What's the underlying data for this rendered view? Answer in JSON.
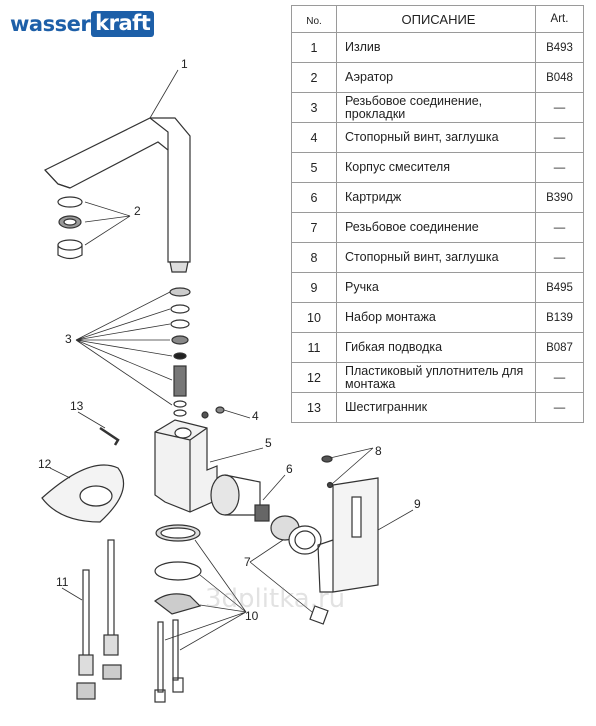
{
  "brand": {
    "part1": "wasser",
    "part2": "kraft"
  },
  "table": {
    "headers": {
      "no": "No.",
      "description": "ОПИСАНИЕ",
      "art": "Art."
    },
    "rows": [
      {
        "no": "1",
        "description": "Излив",
        "art": "B493"
      },
      {
        "no": "2",
        "description": "Аэратор",
        "art": "B048"
      },
      {
        "no": "3",
        "description": "Резьбовое соединение, прокладки",
        "art": "—"
      },
      {
        "no": "4",
        "description": "Стопорный винт, заглушка",
        "art": "—"
      },
      {
        "no": "5",
        "description": "Корпус смесителя",
        "art": "—"
      },
      {
        "no": "6",
        "description": "Картридж",
        "art": "B390"
      },
      {
        "no": "7",
        "description": "Резьбовое соединение",
        "art": "—"
      },
      {
        "no": "8",
        "description": "Стопорный винт, заглушка",
        "art": "—"
      },
      {
        "no": "9",
        "description": "Ручка",
        "art": "B495"
      },
      {
        "no": "10",
        "description": "Набор монтажа",
        "art": "B139"
      },
      {
        "no": "11",
        "description": "Гибкая подводка",
        "art": "B087"
      },
      {
        "no": "12",
        "description": "Пластиковый уплотнитель для монтажа",
        "art": "—"
      },
      {
        "no": "13",
        "description": "Шестигранник",
        "art": "—"
      }
    ]
  },
  "callouts": [
    "1",
    "2",
    "3",
    "4",
    "5",
    "6",
    "7",
    "8",
    "9",
    "10",
    "11",
    "12",
    "13"
  ],
  "watermark": "3dplitka.ru",
  "colors": {
    "brand": "#1d5fa8",
    "line": "#333333",
    "grid": "#9a9a9a"
  }
}
